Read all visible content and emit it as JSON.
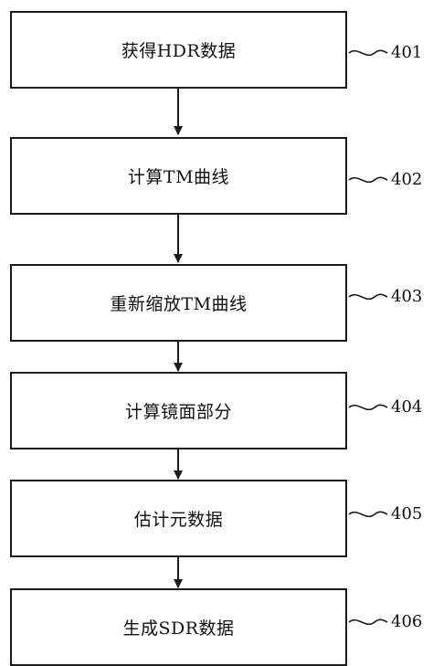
{
  "steps": [
    {
      "label": "获得HDR数据",
      "ref": "401"
    },
    {
      "label": "计算TM曲线",
      "ref": "402"
    },
    {
      "label": "重新缩放TM曲线",
      "ref": "403"
    },
    {
      "label": "计算镜面部分",
      "ref": "404"
    },
    {
      "label": "估计元数据",
      "ref": "405"
    },
    {
      "label": "生成SDR数据",
      "ref": "406"
    }
  ]
}
